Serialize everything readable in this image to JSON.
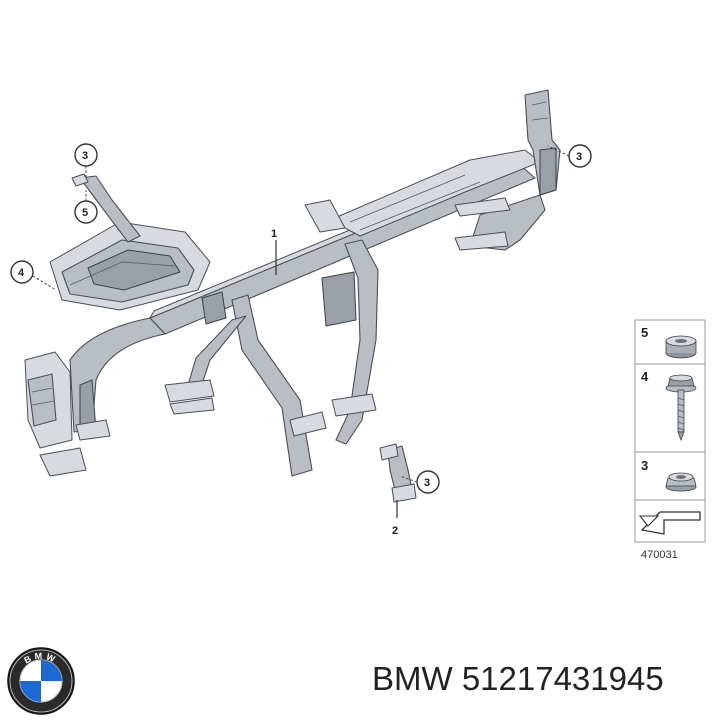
{
  "diagram": {
    "callouts": [
      "1",
      "2",
      "3",
      "3",
      "3",
      "4",
      "5"
    ],
    "legend": {
      "items": [
        {
          "number": "5",
          "part": "spacer-sleeve"
        },
        {
          "number": "4",
          "part": "hex-bolt"
        },
        {
          "number": "3",
          "part": "hex-nut"
        }
      ],
      "drawing_number": "470031"
    }
  },
  "footer": {
    "brand_logo": "BMW",
    "part_label": "BMW 51217431945"
  },
  "colors": {
    "metal": "#b9bec5",
    "metal_light": "#d7dbe0",
    "metal_dark": "#9aa0a8",
    "outline": "#4a4f57",
    "logo_blue": "#1c69d4"
  }
}
